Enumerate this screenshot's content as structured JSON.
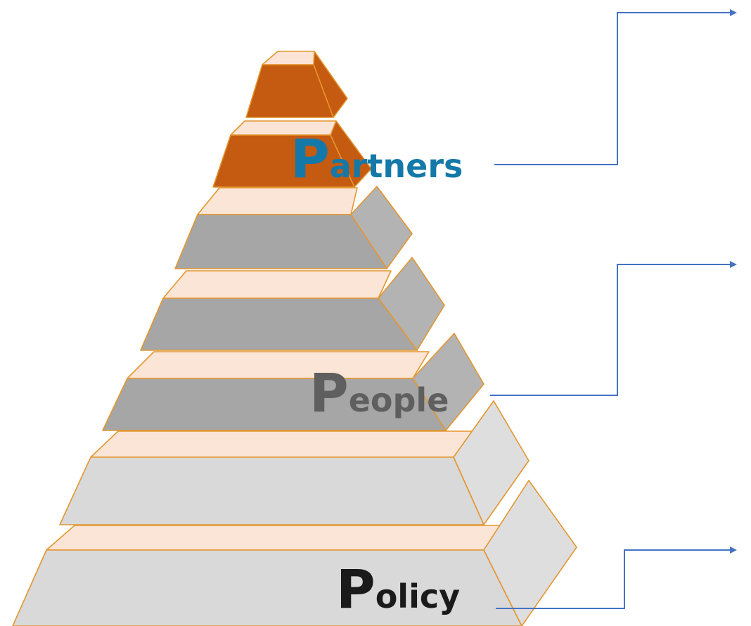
{
  "labels": {
    "partners": {
      "cap": "P",
      "rest": "artners",
      "color": "#1479a8"
    },
    "people": {
      "cap": "P",
      "rest": "eople",
      "color": "#5f5f5f"
    },
    "policy": {
      "cap": "P",
      "rest": "olicy",
      "color": "#1a1a1a"
    }
  },
  "colors": {
    "tier_top_fill": "#c55a11",
    "tier_top_face": "#fce4d6",
    "tier_mid_fill": "#a6a6a6",
    "tier_mid_side": "#b3b3b3",
    "tier_low_fill": "#d9d9d9",
    "tier_low_side": "#dedede",
    "tier_ledge": "#fbe5d6",
    "outline": "#e3962f",
    "connector": "#4472c4"
  }
}
